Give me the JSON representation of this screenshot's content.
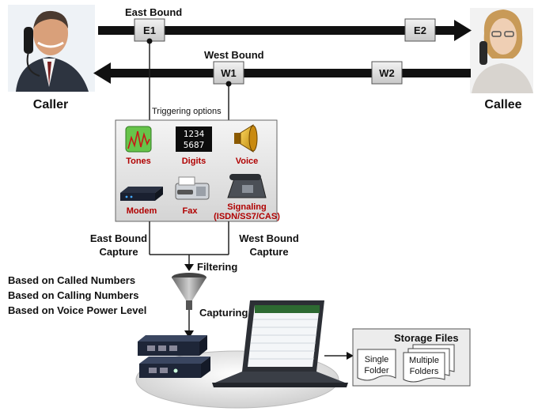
{
  "people": {
    "caller_label": "Caller",
    "callee_label": "Callee"
  },
  "eastbound": {
    "label": "East Bound",
    "point1": "E1",
    "point2": "E2"
  },
  "westbound": {
    "label": "West Bound",
    "point1": "W1",
    "point2": "W2"
  },
  "triggering": {
    "title": "Triggering options",
    "options": [
      {
        "label": "Tones",
        "icon": "tones-icon"
      },
      {
        "label": "Digits",
        "icon": "digits-display-icon",
        "display_line1": "1234",
        "display_line2": "5687"
      },
      {
        "label": "Voice",
        "icon": "speaker-icon"
      },
      {
        "label": "Modem",
        "icon": "modem-icon"
      },
      {
        "label": "Fax",
        "icon": "fax-icon"
      },
      {
        "label": "Signaling",
        "sublabel": "(ISDN/SS7/CAS)",
        "icon": "phone-icon"
      }
    ]
  },
  "capture": {
    "east_line1": "East Bound",
    "east_line2": "Capture",
    "west_line1": "West Bound",
    "west_line2": "Capture",
    "filtering": "Filtering",
    "capturing": "Capturing"
  },
  "filters": [
    "Based on Called Numbers",
    "Based on Calling Numbers",
    "Based on Voice Power Level"
  ],
  "storage": {
    "title": "Storage Files",
    "single_line1": "Single",
    "single_line2": "Folder",
    "multiple_line1": "Multiple",
    "multiple_line2": "Folders"
  },
  "colors": {
    "arrow": "#111111",
    "red_text": "#b00000",
    "box_fill": "#e2e2e2"
  }
}
